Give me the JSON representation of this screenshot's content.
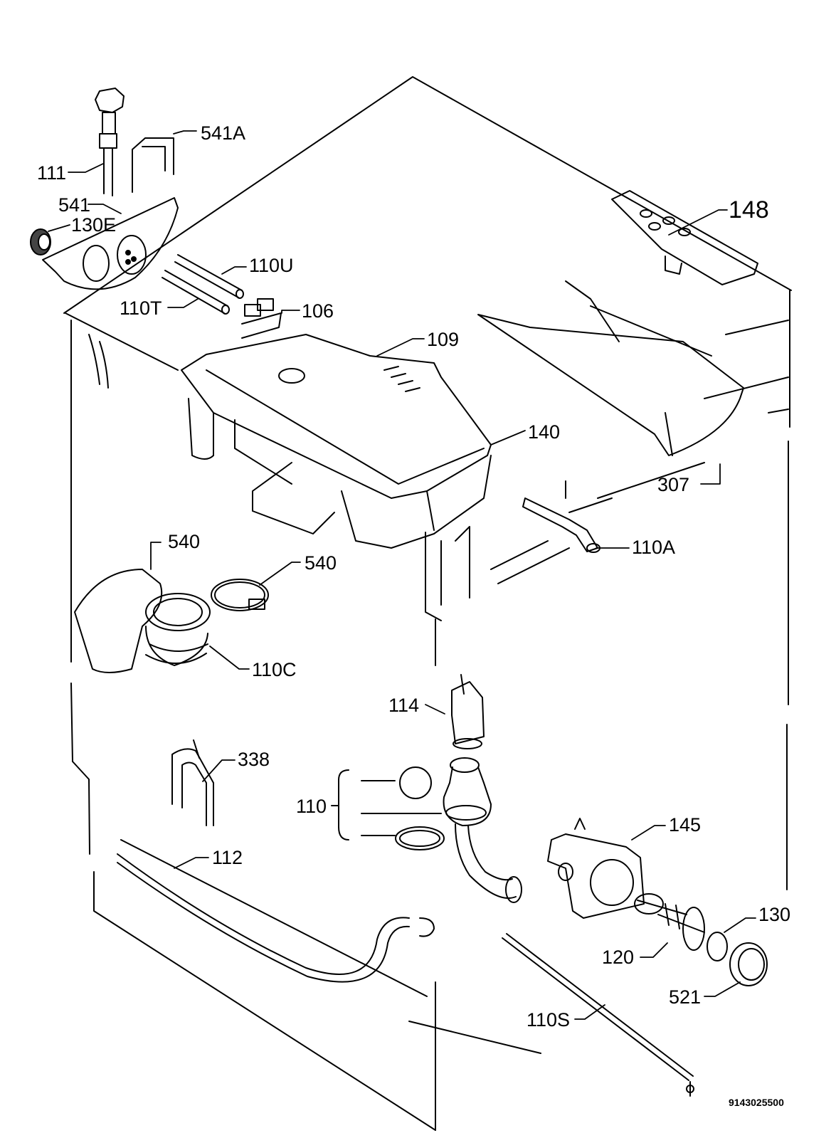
{
  "labels": {
    "p541a": "541A",
    "p111": "111",
    "p541": "541",
    "p130e": "130E",
    "p148": "148",
    "p110u": "110U",
    "p110t": "110T",
    "p106": "106",
    "p109": "109",
    "p140": "140",
    "p307": "307",
    "p110a": "110A",
    "p540a": "540",
    "p540b": "540",
    "p110c": "110C",
    "p114": "114",
    "p338": "338",
    "p110": "110",
    "p145": "145",
    "p112": "112",
    "p130": "130",
    "p120": "120",
    "p521": "521",
    "p110s": "110S"
  },
  "drawing_number": "9143025500"
}
